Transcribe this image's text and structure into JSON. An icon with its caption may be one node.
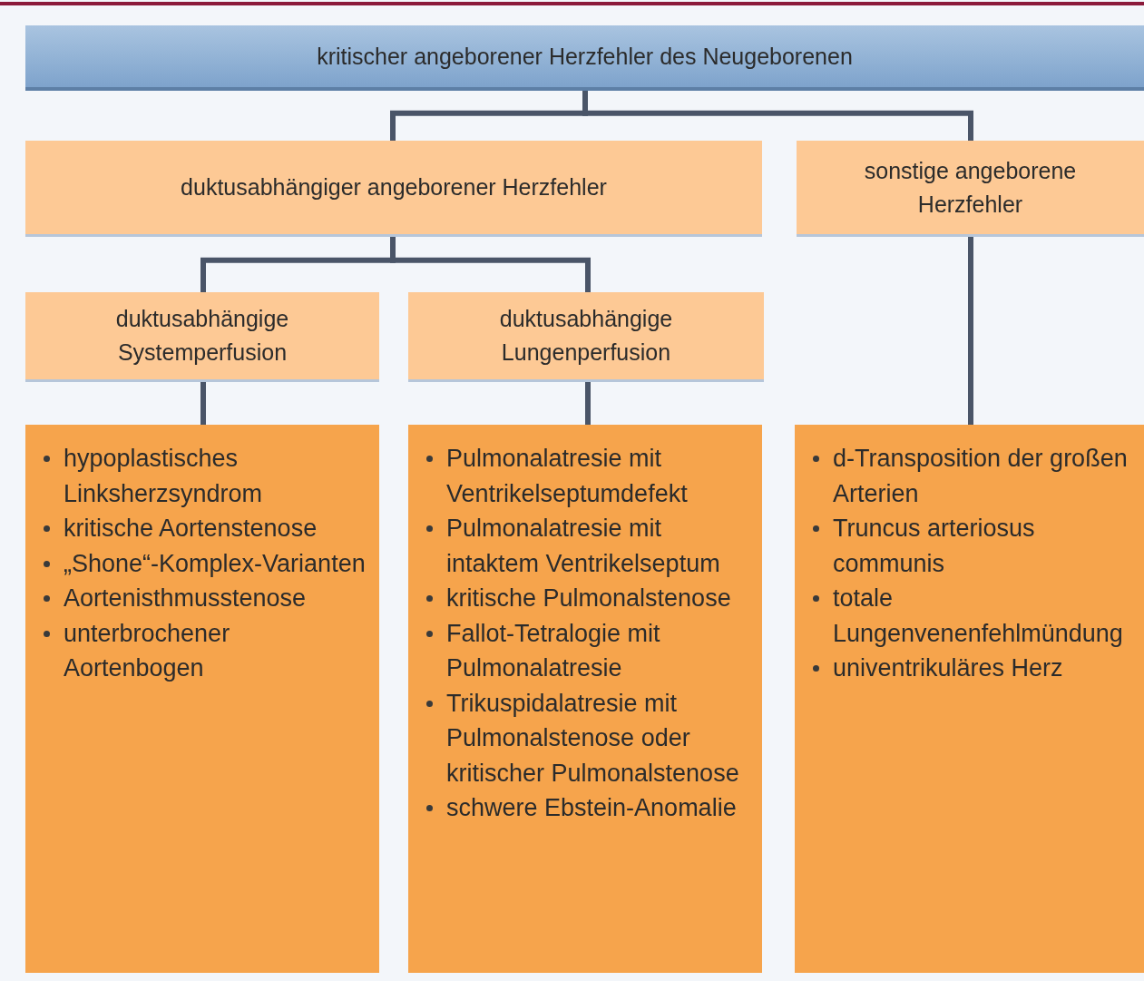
{
  "diagram": {
    "nodes": [
      {
        "text": [
          "kritischer angeborener Herzfehler des Neugeborenen"
        ]
      },
      {
        "text": [
          "duktusabhängiger angeborener Herzfehler"
        ]
      },
      {
        "text": [
          "sonstige angeborene Herzfehler"
        ]
      },
      {
        "text": [
          "duktusabhängige Systemperfusion"
        ]
      },
      {
        "text": [
          "duktusabhängige Lungenperfusion"
        ]
      },
      {
        "text": [
          "hypoplastisches Linksherzsyndrom",
          "kritische Aortenstenose",
          "„Shone“-Komplex-Varianten",
          "Aortenisthmusstenose",
          "unterbrochener Aortenbogen"
        ]
      },
      {
        "text": [
          "Pulmonalatresie mit Ventrikelseptumdefekt",
          "Pulmonalatresie mit intaktem Ventrikelseptum",
          "kritische Pulmonalstenose",
          "Fallot-Tetralogie mit Pulmonalatresie",
          "Trikuspidalatresie mit Pulmonalstenose oder kritischer Pulmonalstenose",
          "schwere Ebstein-Anomalie"
        ]
      },
      {
        "text": [
          "d-Transposition der großen Arterien",
          "Truncus arteriosus communis",
          "totale Lungenvenenfehlmündung",
          "univentrikuläres Herz"
        ]
      }
    ],
    "edges": [
      {
        "from": 0,
        "to": 1,
        "arrow": "none"
      },
      {
        "from": 0,
        "to": 2,
        "arrow": "none"
      },
      {
        "from": 1,
        "to": 3,
        "arrow": "none"
      },
      {
        "from": 1,
        "to": 4,
        "arrow": "none"
      },
      {
        "from": 3,
        "to": 5,
        "arrow": "none"
      },
      {
        "from": 4,
        "to": 6,
        "arrow": "none"
      },
      {
        "from": 2,
        "to": 7,
        "arrow": "none"
      }
    ]
  }
}
